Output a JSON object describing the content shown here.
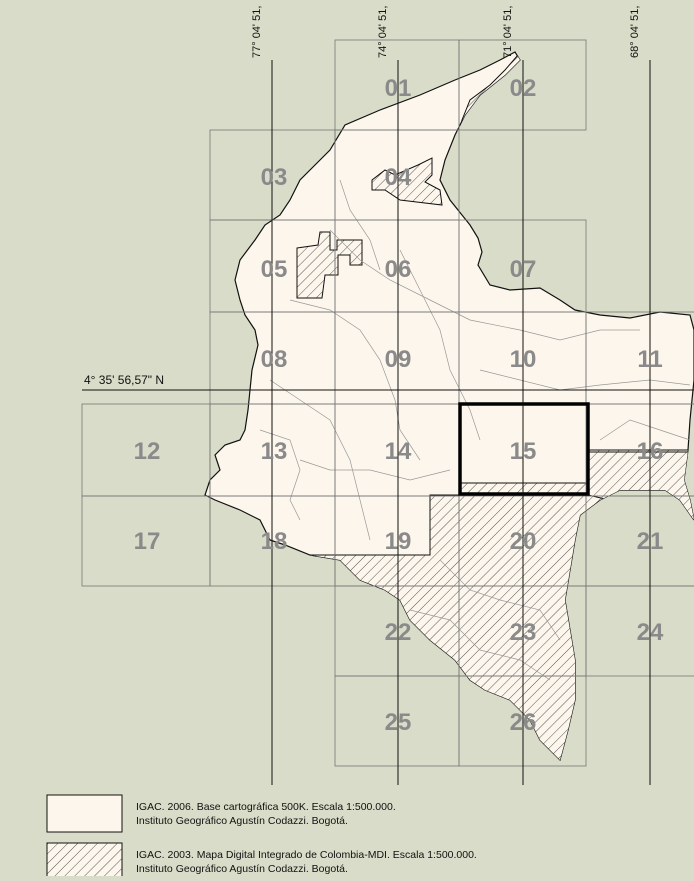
{
  "colors": {
    "background": "#d9dcc8",
    "land_fill": "#fdf6ec",
    "hatch": "#555555",
    "grid": "#777777",
    "sheet_number": "#8a8a8a"
  },
  "map": {
    "longitude_labels": [
      "77° 04' 51,",
      "74° 04' 51,",
      "71° 04' 51,",
      "68° 04' 51,"
    ],
    "latitude_label": "4° 35' 56,57\" N",
    "sheets": [
      "01",
      "02",
      "03",
      "04",
      "05",
      "06",
      "07",
      "08",
      "09",
      "10",
      "11",
      "12",
      "13",
      "14",
      "15",
      "16",
      "17",
      "18",
      "19",
      "20",
      "21",
      "22",
      "23",
      "24",
      "25",
      "26"
    ],
    "highlighted_sheet": "15"
  },
  "legend": {
    "items": [
      {
        "pattern": "plain",
        "line1": "IGAC. 2006. Base cartográfica 500K. Escala 1:500.000.",
        "line2": "Instituto Geográfico Agustín Codazzi. Bogotá."
      },
      {
        "pattern": "hatched",
        "line1": "IGAC. 2003. Mapa Digital Integrado de Colombia-MDI. Escala 1:500.000.",
        "line2": "Instituto Geográfico Agustín Codazzi. Bogotá."
      }
    ]
  }
}
